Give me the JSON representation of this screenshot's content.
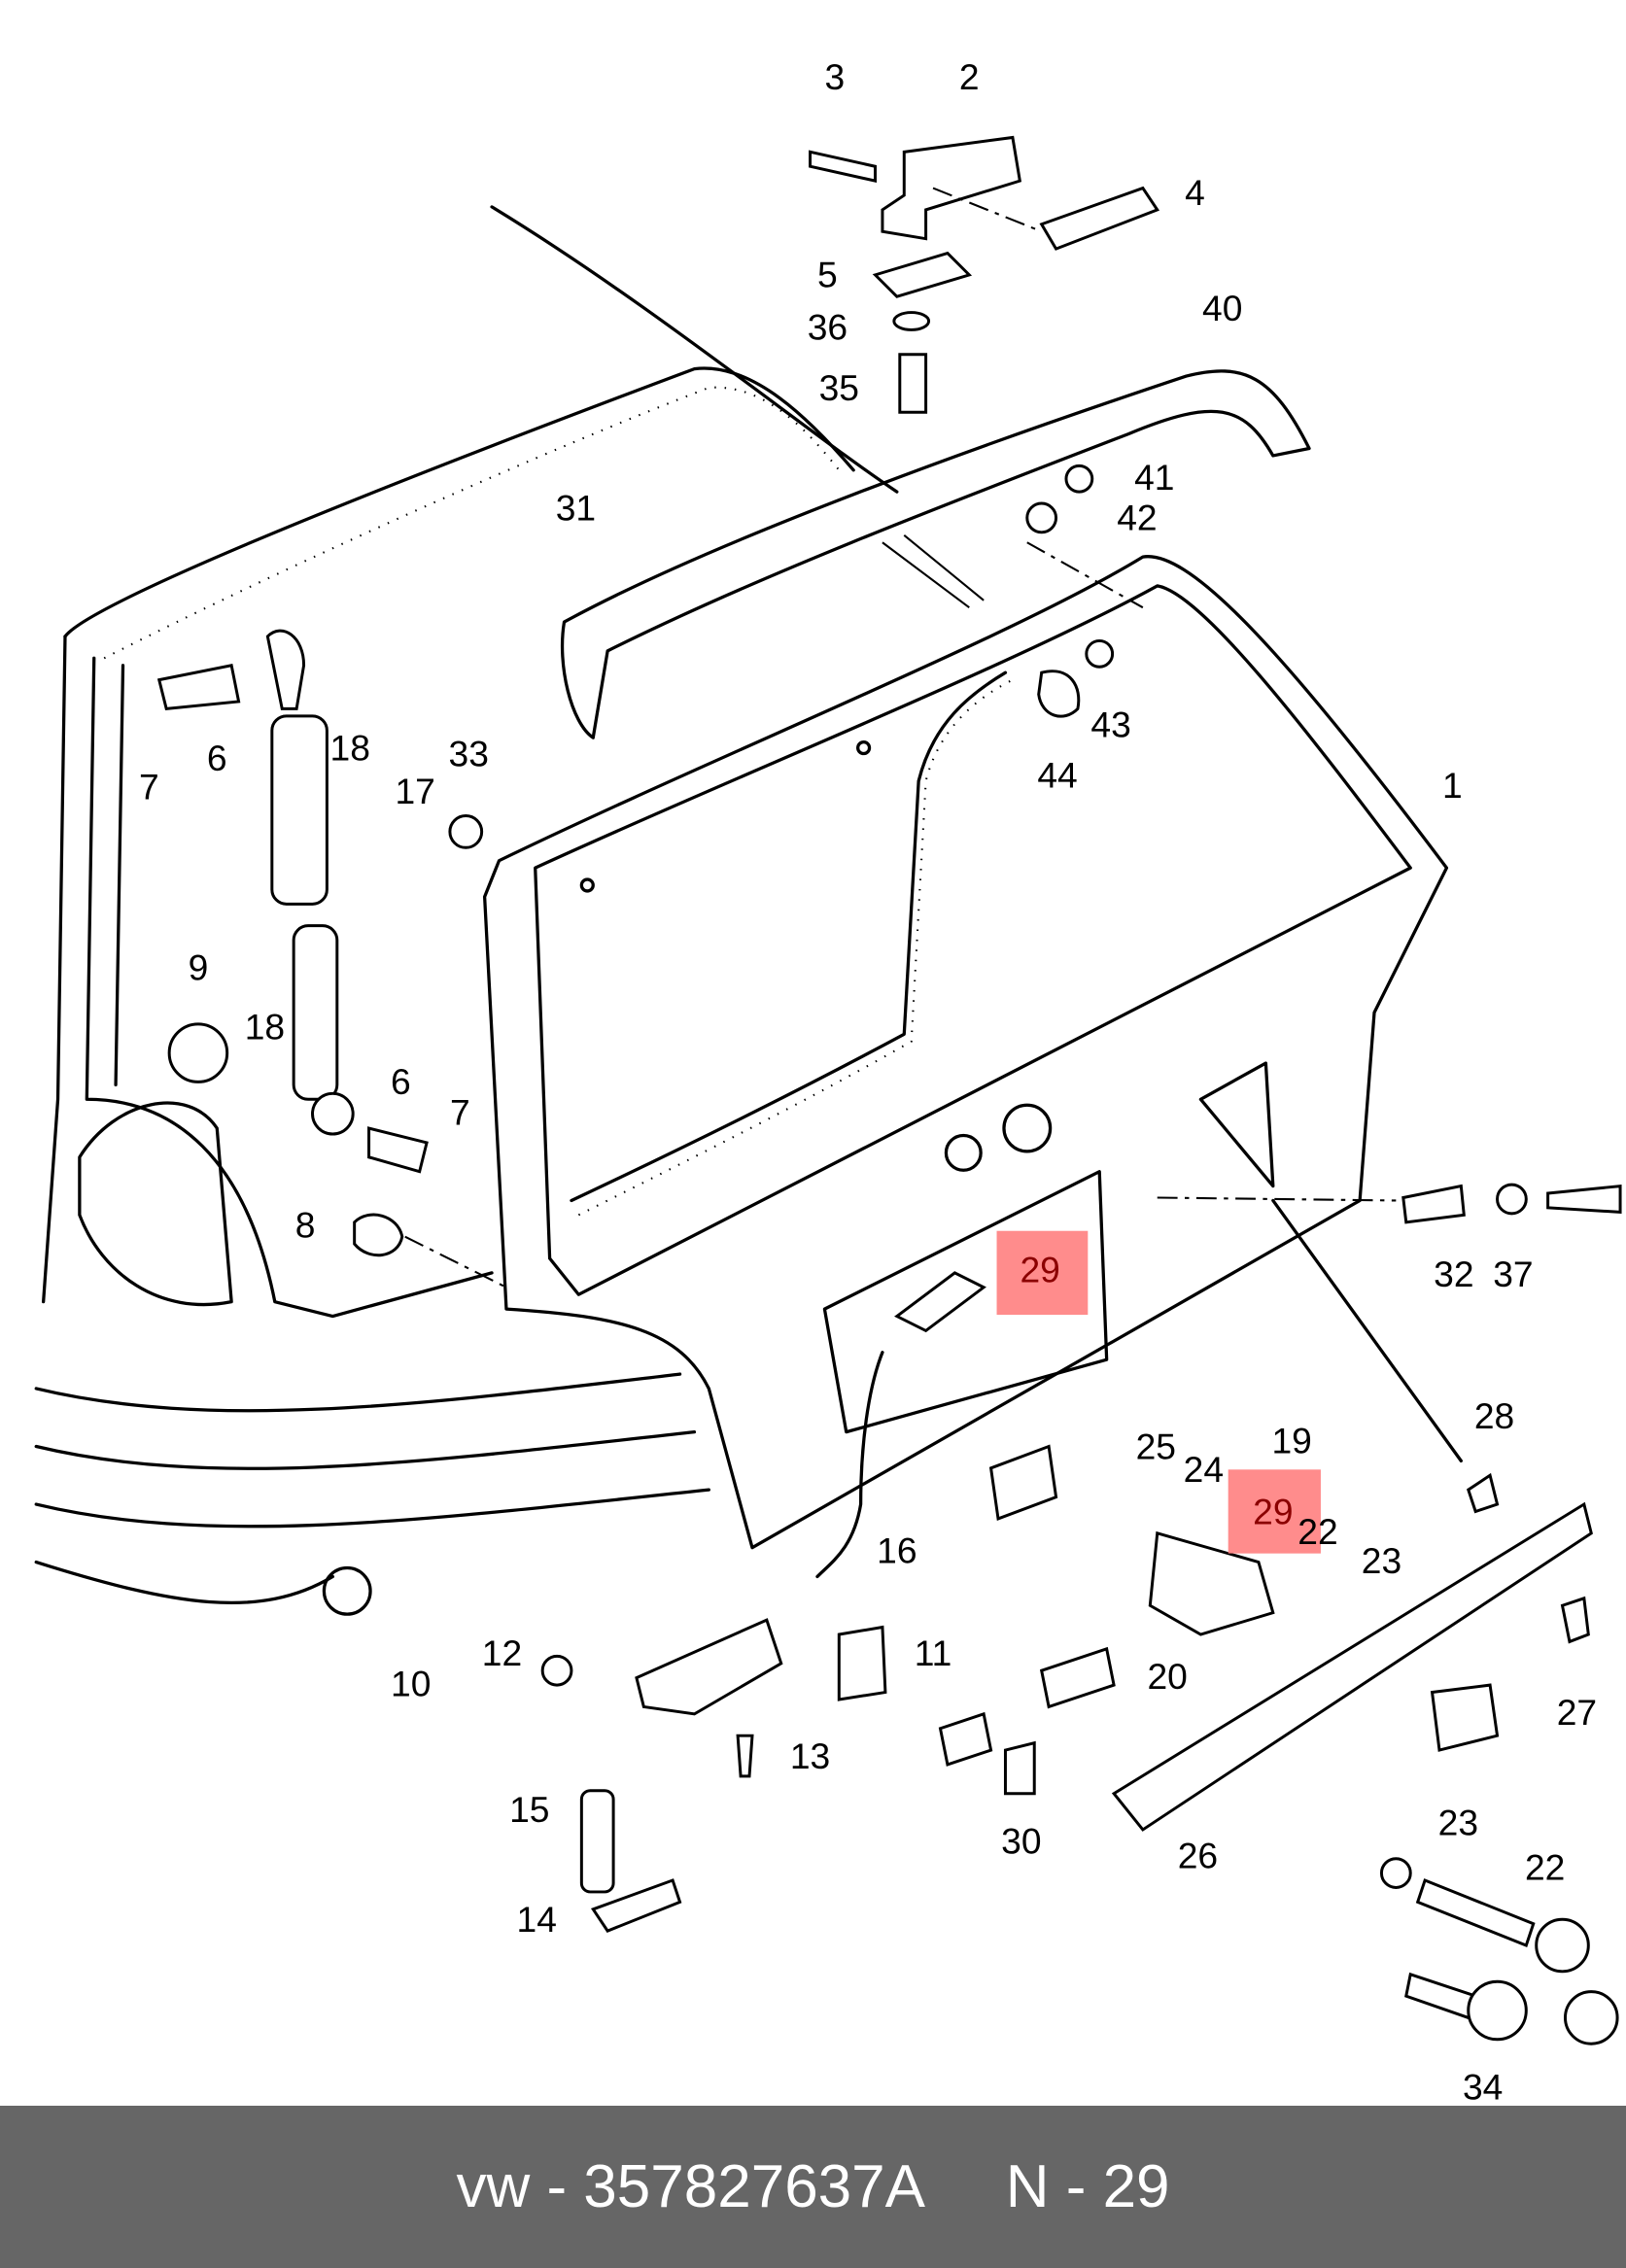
{
  "diagram": {
    "labels": {
      "l1": "1",
      "l2": "2",
      "l3": "3",
      "l4": "4",
      "l5": "5",
      "l6a": "6",
      "l6b": "6",
      "l7a": "7",
      "l7b": "7",
      "l8": "8",
      "l9": "9",
      "l10": "10",
      "l11": "11",
      "l12": "12",
      "l13": "13",
      "l14": "14",
      "l15": "15",
      "l16": "16",
      "l17": "17",
      "l18a": "18",
      "l18b": "18",
      "l19": "19",
      "l20": "20",
      "l22a": "22",
      "l22b": "22",
      "l23a": "23",
      "l23b": "23",
      "l24": "24",
      "l25": "25",
      "l26": "26",
      "l27": "27",
      "l28": "28",
      "l29a": "29",
      "l29b": "29",
      "l30": "30",
      "l31": "31",
      "l32": "32",
      "l33": "33",
      "l34": "34",
      "l35": "35",
      "l36": "36",
      "l37": "37",
      "l40": "40",
      "l41": "41",
      "l42": "42",
      "l43": "43",
      "l44": "44"
    },
    "highlight_color": "#ff8080",
    "highlighted_part": "29"
  },
  "footer": {
    "text": "vw - 357827637A     N - 29",
    "background": "#666666"
  }
}
